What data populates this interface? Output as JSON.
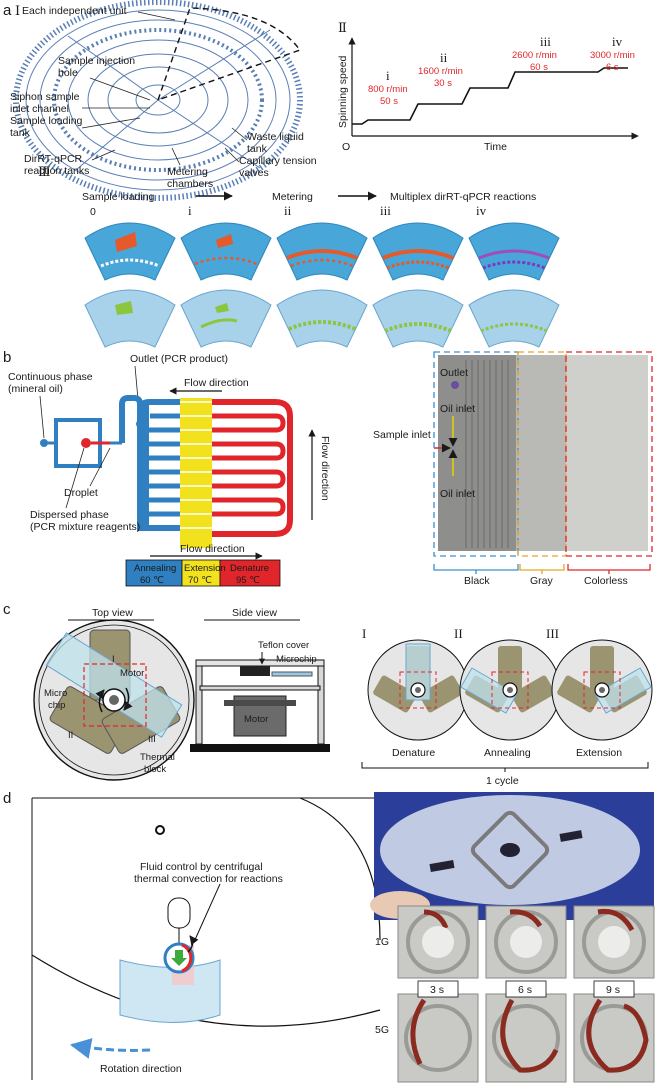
{
  "panel_a": {
    "letter": "a",
    "sub_I": "Ⅰ",
    "sub_II": "Ⅱ",
    "sub_III": "Ⅲ",
    "callouts": [
      "Each independent unit",
      "Sample injection",
      "hole",
      "Siphon sample",
      "inlet channel",
      "Sample loading",
      "tank",
      "DirRT-qPCR",
      "reaction tanks",
      "Metering",
      "chambers",
      "Waste liquid",
      "tank",
      "Capillary tension",
      "valves"
    ],
    "speed_chart": {
      "ylabel": "Spinning speed",
      "xlabel": "Time",
      "origin": "O",
      "steps": [
        {
          "numeral": "i",
          "speed": "800 r/min",
          "dur": "50 s"
        },
        {
          "numeral": "ii",
          "speed": "1600 r/min",
          "dur": "30 s"
        },
        {
          "numeral": "iii",
          "speed": "2600 r/min",
          "dur": "60 s"
        },
        {
          "numeral": "iv",
          "speed": "3000 r/min",
          "dur": "6 s"
        }
      ]
    },
    "stages": [
      "Sample loading",
      "Metering",
      "Multiplex dirRT-qPCR reactions"
    ],
    "step_labels": [
      "0",
      "i",
      "ii",
      "iii",
      "iv"
    ]
  },
  "panel_b": {
    "letter": "b",
    "continuous": [
      "Continuous phase",
      "(mineral oil)"
    ],
    "outlet_label": "Outlet (PCR product)",
    "flow_top": "Flow direction",
    "flow_side": "Flow direction",
    "flow_bottom": "Flow direction",
    "droplet": "Droplet",
    "dispersed": [
      "Dispersed phase",
      "(PCR mixture reagents)"
    ],
    "zones": [
      {
        "name": "Annealing",
        "temp": "60 ℃",
        "color": "#2f7fc1"
      },
      {
        "name": "Extension",
        "temp": "70 ℃",
        "color": "#f2e21d"
      },
      {
        "name": "Denature",
        "temp": "95 ℃",
        "color": "#e1262b"
      }
    ],
    "photo_labels": {
      "outlet": "Outlet",
      "oil_inlet_1": "Oil inlet",
      "sample_inlet": "Sample inlet",
      "oil_inlet_2": "Oil inlet"
    },
    "regions": [
      {
        "name": "Black",
        "color": "#3a8fd0"
      },
      {
        "name": "Gray",
        "color": "#e5a42a"
      },
      {
        "name": "Colorless",
        "color": "#e1262b"
      }
    ]
  },
  "panel_c": {
    "letter": "c",
    "top_view": "Top view",
    "side_view": "Side view",
    "top_labels": {
      "I": "I",
      "II": "II",
      "III": "III",
      "motor": "Motor",
      "micro": "Micro",
      "chip": "chip",
      "thermal": "Thermal",
      "block": "block"
    },
    "side_labels": {
      "teflon": "Teflon cover",
      "microchip": "Microchip",
      "motor": "Motor"
    },
    "cycle_steps": [
      {
        "numeral": "I",
        "name": "Denature"
      },
      {
        "numeral": "II",
        "name": "Annealing"
      },
      {
        "numeral": "III",
        "name": "Extension"
      }
    ],
    "cycle": "1 cycle"
  },
  "panel_d": {
    "letter": "d",
    "annotation": [
      "Fluid control by centrifugal",
      "thermal convection for reactions"
    ],
    "rotation": "Rotation direction",
    "rows": [
      "1G",
      "5G"
    ],
    "times": [
      "3 s",
      "6 s",
      "9 s"
    ]
  }
}
